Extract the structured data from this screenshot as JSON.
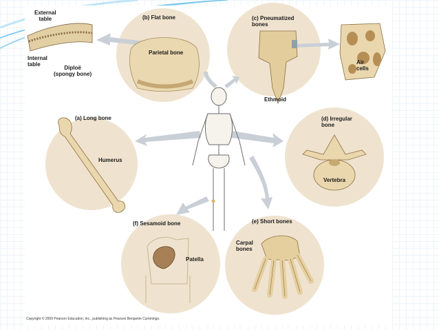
{
  "labels": {
    "external_table": "External\ntable",
    "internal_table": "Internal\ntable",
    "diploe": "Diploë\n(spongy bone)",
    "flat_bone": "(b) Flat bone",
    "parietal_bone": "Parietal bone",
    "pneumatized": "(c) Pneumatized\nbones",
    "ethmoid": "Ethmoid",
    "air_cells": "Air\ncells",
    "long_bone": "(a) Long bone",
    "humerus": "Humerus",
    "irregular": "(d) Irregular\nbone",
    "vertebra": "Vertebra",
    "sesamoid": "(f) Sesamoid bone",
    "patella": "Patella",
    "short_bones": "(e) Short bones",
    "carpal": "Carpal\nbones"
  },
  "copyright": "Copyright © 2009 Pearson Education, Inc., publishing as Pearson Benjamin Cummings.",
  "colors": {
    "circle": "#efe3cf",
    "bone": "#e8d3a6",
    "bone_dark": "#b79a63",
    "arrow": "#c9cfd6",
    "accent_swoosh": "#4fb6e6"
  }
}
